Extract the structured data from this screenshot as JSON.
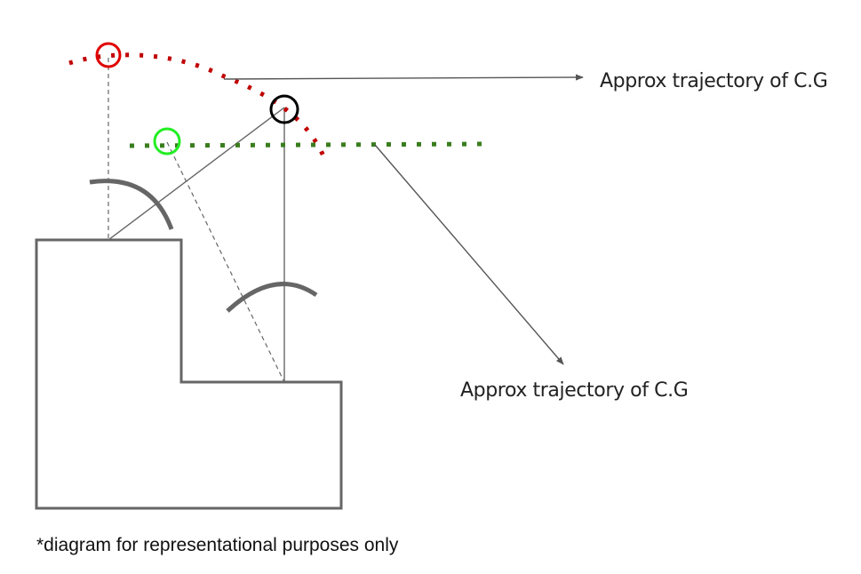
{
  "labels": {
    "upper_annotation": "Approx trajectory of C.G",
    "lower_annotation": "Approx trajectory of C.G"
  },
  "footnote": "*diagram for representational purposes only",
  "colors": {
    "outline": "#666666",
    "red_trajectory": "#c00000",
    "green_trajectory": "#3a7d1e",
    "red_marker": "#e00000",
    "green_marker": "#22ee22",
    "black_marker": "#000000",
    "annotation_arrow": "#555555"
  }
}
